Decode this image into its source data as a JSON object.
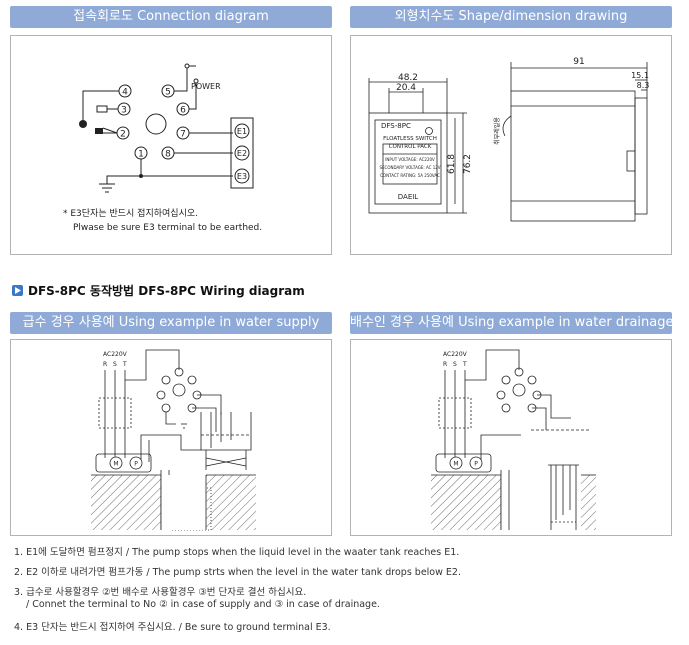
{
  "headers": {
    "connection": "접속회로도 Connection diagram",
    "shape": "외형치수도 Shape/dimension drawing",
    "supply": "급수 경우 사용예 Using example in water supply",
    "drainage": "배수인 경우 사용예 Using example in water drainage"
  },
  "section_title": "DFS-8PC 동작방법 DFS-8PC Wiring diagram",
  "connection": {
    "pins": [
      "1",
      "2",
      "3",
      "4",
      "5",
      "6",
      "7",
      "8"
    ],
    "power_label": "POWER",
    "terminals": [
      "E1",
      "E2",
      "E3"
    ],
    "note_line1": "* E3단자는 반드시 접지하여십시오.",
    "note_line2": "Plwase be sure E3 terminal to be earthed."
  },
  "shape": {
    "dims": {
      "width_total": "48.2",
      "width_inner": "20.4",
      "height_inner": "61.8",
      "height_total": "76.2",
      "depth": "91",
      "side_top": "15.1",
      "side_small": "8.3"
    },
    "model_label": "DFS-8PC",
    "panel_title1": "FLOATLESS SWITCH",
    "panel_title2": "CONTROL PACK",
    "spec_line1": "INPUT VOLTAGE: AC220V",
    "spec_line2": "SECONDARY VOLTAGE: AC 12V",
    "spec_line3": "CONTACT RATING: 5A 250VAC",
    "brand": "DAEIL",
    "side_note": "취부레일용"
  },
  "wiring": {
    "ac_label": "AC220V",
    "phases": [
      "R",
      "S",
      "T"
    ],
    "motor_label": "M",
    "pump_label": "P"
  },
  "notes": [
    "1. E1에 도달하면 펌프정지 / The pump stops when the liquid level in the waater tank reaches E1.",
    "2. E2 이하로 내려가면 펌프가동 / The pump strts when the level in the water tank drops below E2.",
    "3. 급수로 사용할경우 ②번 배수로 사용할경우 ③번 단자로 결선 하십시요.",
    "/ Connet the terminal to No ② in case of supply and ③ in case of drainage.",
    "4. E3 단자는 반드시 접지하여 주십시요. / Be sure to ground terminal E3."
  ],
  "colors": {
    "header_bg": "#8faad7",
    "border": "#b3b3b3",
    "icon_blue": "#3a78c8",
    "line": "#222222"
  }
}
